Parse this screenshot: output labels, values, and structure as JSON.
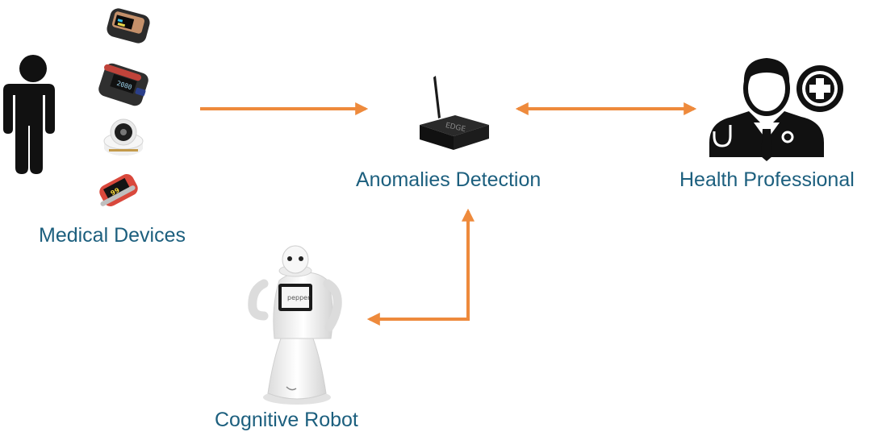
{
  "labels": {
    "medical_devices": "Medical Devices",
    "anomalies_detection": "Anomalies Detection",
    "health_professional": "Health Professional",
    "cognitive_robot": "Cognitive Robot"
  },
  "device_text": {
    "edge_box": "EDGE",
    "robot_tablet": "pepper",
    "bp_monitor_reading": "2080",
    "oximeter_reading": "99"
  },
  "icons": [
    "person-icon",
    "pulse-oximeter-icon",
    "blood-pressure-monitor-icon",
    "thermometer-icon",
    "edge-router-icon",
    "doctor-icon",
    "medical-cross-icon",
    "pepper-robot-icon"
  ],
  "colors": {
    "label_text": "#1c5f7e",
    "arrow": "#ee8a3c",
    "icon_dark": "#111111"
  }
}
